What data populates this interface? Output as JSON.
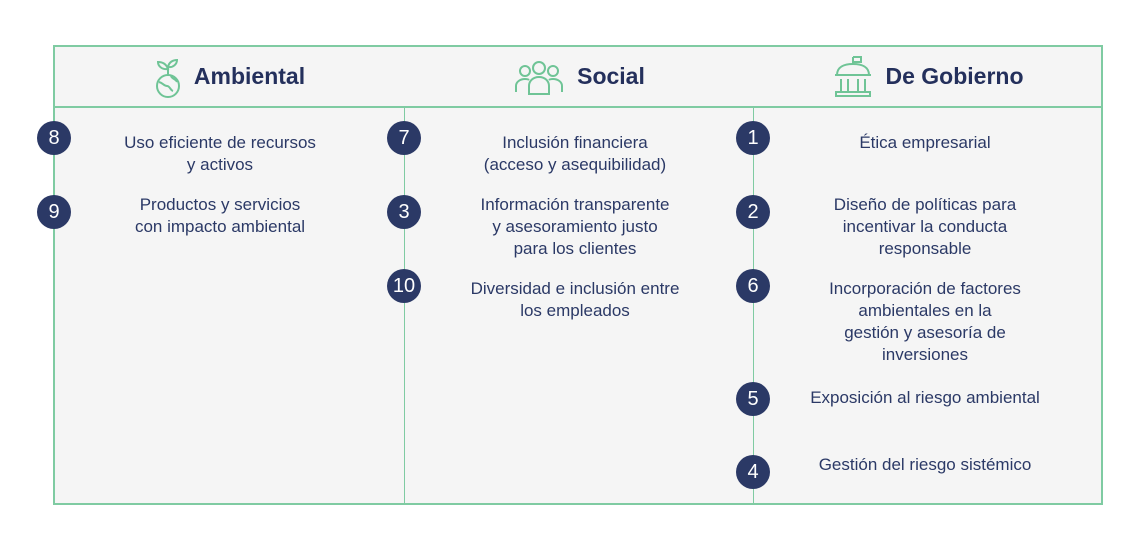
{
  "columns": [
    {
      "title": "Ambiental",
      "icon": "globe-plant-icon",
      "items": [
        {
          "number": "8",
          "text": "Uso eficiente de recursos\ny activos"
        },
        {
          "number": "9",
          "text": "Productos y servicios\ncon impacto ambiental"
        }
      ]
    },
    {
      "title": "Social",
      "icon": "people-group-icon",
      "items": [
        {
          "number": "7",
          "text": "Inclusión financiera\n(acceso y asequibilidad)"
        },
        {
          "number": "3",
          "text": "Información transparente\ny asesoramiento justo\npara los clientes"
        },
        {
          "number": "10",
          "text": "Diversidad e inclusión entre\nlos empleados"
        }
      ]
    },
    {
      "title": "De Gobierno",
      "icon": "government-building-icon",
      "items": [
        {
          "number": "1",
          "text": "Ética empresarial"
        },
        {
          "number": "2",
          "text": "Diseño de políticas para\nincentivar la conducta\nresponsable"
        },
        {
          "number": "6",
          "text": "Incorporación de factores\nambientales en la\ngestión y asesoría de\ninversiones"
        },
        {
          "number": "5",
          "text": "Exposición al riesgo ambiental"
        },
        {
          "number": "4",
          "text": "Gestión del riesgo sistémico"
        }
      ]
    }
  ],
  "colors": {
    "accent": "#7fcba2",
    "badge": "#2b3966",
    "text": "#24305c",
    "panel": "#f5f5f5"
  }
}
